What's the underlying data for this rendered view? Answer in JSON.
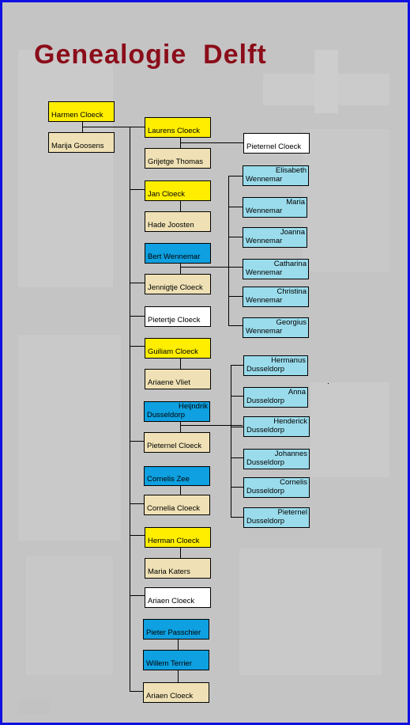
{
  "title": "Genealogie  Delft",
  "colors": {
    "frame_border": "#1010e0",
    "background": "#c4c4c4",
    "title": "#8b0d1a",
    "yellow": "#ffee00",
    "tan": "#efe1b5",
    "white": "#ffffff",
    "blue": "#0ea0e0",
    "lightblue": "#9bdcec"
  },
  "people": [
    {
      "id": "harmen",
      "name": "Harmen Cloeck",
      "color": "yellow"
    },
    {
      "id": "marija",
      "name": "Marija Goosens",
      "color": "tan"
    },
    {
      "id": "laurens",
      "name": "Laurens Cloeck",
      "color": "yellow"
    },
    {
      "id": "grijetge",
      "name": "Grijetge Thomas",
      "color": "tan"
    },
    {
      "id": "pieternel1",
      "name": "Pieternel Cloeck",
      "color": "white"
    },
    {
      "id": "jan",
      "name": "Jan Cloeck",
      "color": "yellow"
    },
    {
      "id": "hade",
      "name": "Hade Joosten",
      "color": "tan"
    },
    {
      "id": "bert",
      "name": "Bert Wennemar",
      "color": "blue"
    },
    {
      "id": "jennigtje",
      "name": "Jennigtje Cloeck",
      "color": "tan"
    },
    {
      "id": "pietertje",
      "name": "Pietertje Cloeck",
      "color": "white"
    },
    {
      "id": "guiliam",
      "name": "Guiliam Cloeck",
      "color": "yellow"
    },
    {
      "id": "ariaene",
      "name": "Ariaene Vliet",
      "color": "tan"
    },
    {
      "id": "heijndrik",
      "name": "Heijndrik Dusseldorp",
      "color": "blue",
      "split": [
        "Heijndrik",
        "Dusseldorp"
      ]
    },
    {
      "id": "pieternel2",
      "name": "Pieternel Cloeck",
      "color": "tan"
    },
    {
      "id": "cornelis_zee",
      "name": "Cornelis Zee",
      "color": "blue"
    },
    {
      "id": "cornelia",
      "name": "Cornelia Cloeck",
      "color": "tan"
    },
    {
      "id": "herman",
      "name": "Herman Cloeck",
      "color": "yellow"
    },
    {
      "id": "maria_katers",
      "name": "Maria Katers",
      "color": "tan"
    },
    {
      "id": "ariaen1",
      "name": "Ariaen Cloeck",
      "color": "white"
    },
    {
      "id": "pieter",
      "name": "Pieter Passchier",
      "color": "blue"
    },
    {
      "id": "willem",
      "name": "Willem Terrier",
      "color": "blue"
    },
    {
      "id": "ariaen2",
      "name": "Ariaen Cloeck",
      "color": "tan"
    },
    {
      "id": "elisabeth",
      "name": "Elisabeth Wennemar",
      "color": "lightblue",
      "split": [
        "Elisabeth",
        "Wennemar"
      ]
    },
    {
      "id": "maria_w",
      "name": "Maria Wennemar",
      "color": "lightblue",
      "split": [
        "Maria",
        "Wennemar"
      ]
    },
    {
      "id": "joanna",
      "name": "Joanna Wennemar",
      "color": "lightblue",
      "split": [
        "Joanna",
        "Wennemar"
      ]
    },
    {
      "id": "catharina",
      "name": "Catharina Wennemar",
      "color": "lightblue",
      "split": [
        "Catharina",
        "Wennemar"
      ]
    },
    {
      "id": "christina",
      "name": "Christina Wennemar",
      "color": "lightblue",
      "split": [
        "Christina",
        "Wennemar"
      ]
    },
    {
      "id": "georgius",
      "name": "Georgius Wennemar",
      "color": "lightblue",
      "split": [
        "Georgius",
        "Wennemar"
      ]
    },
    {
      "id": "hermanus",
      "name": "Hermanus Dusseldorp",
      "color": "lightblue",
      "split": [
        "Hermanus",
        "Dusseldorp"
      ]
    },
    {
      "id": "anna",
      "name": "Anna Dusseldorp",
      "color": "lightblue",
      "split": [
        "Anna",
        "Dusseldorp"
      ]
    },
    {
      "id": "henderick",
      "name": "Henderick Dusseldorp",
      "color": "lightblue",
      "split": [
        "Henderick",
        "Dusseldorp"
      ]
    },
    {
      "id": "johannes",
      "name": "Johannes Dusseldorp",
      "color": "lightblue",
      "split": [
        "Johannes",
        "Dusseldorp"
      ]
    },
    {
      "id": "cornelis_d",
      "name": "Cornelis Dusseldorp",
      "color": "lightblue",
      "split": [
        "Cornelis",
        "Dusseldorp"
      ]
    },
    {
      "id": "pieternel_d",
      "name": "Pieternel Dusseldorp",
      "color": "lightblue",
      "split": [
        "Pieternel",
        "Dusseldorp"
      ]
    }
  ]
}
